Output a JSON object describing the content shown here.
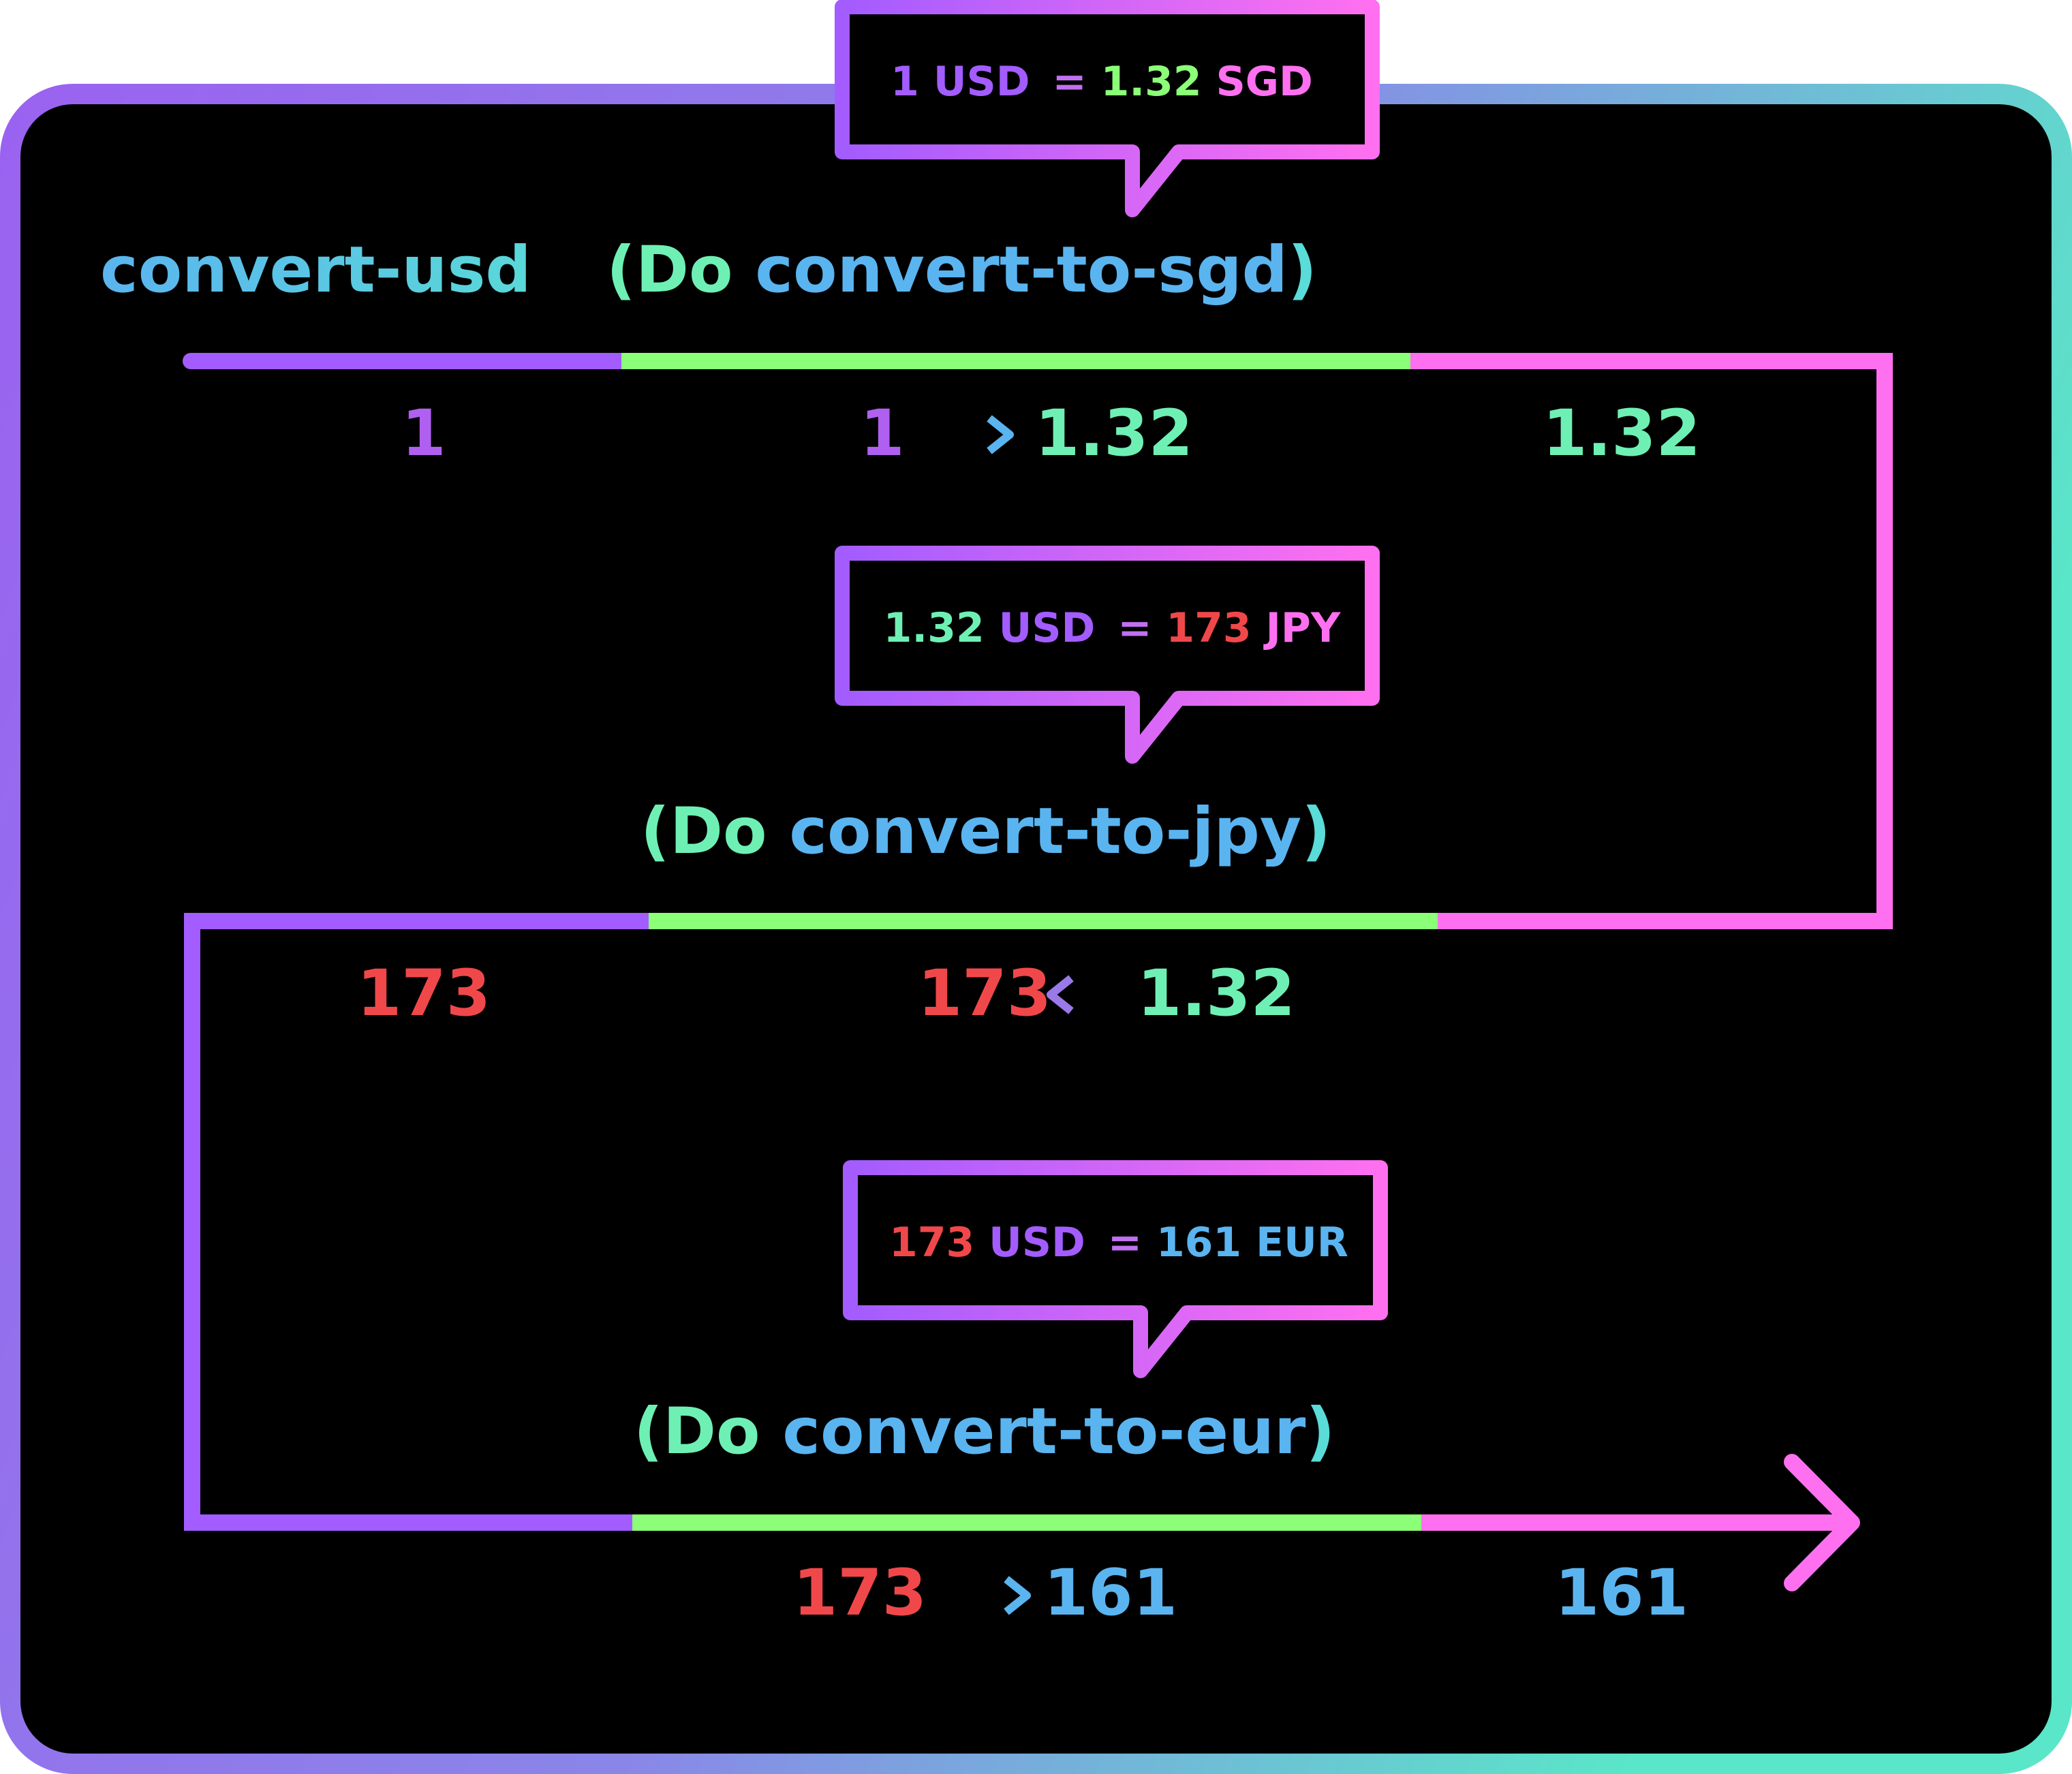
{
  "colors": {
    "purple": "#a35cff",
    "green": "#8cff78",
    "pink": "#ff70f0",
    "red": "#f0484a",
    "blue": "#5ab4f0",
    "mint": "#6ef0b4",
    "frame_teal": "#5ae6c8",
    "background": "#000000"
  },
  "function_name": "convert-usd",
  "steps": [
    {
      "expression": {
        "open": "(Do ",
        "name": "convert-to-sgd",
        "close": ")"
      },
      "bubble": {
        "amount": "1",
        "from": "USD",
        "equals": "=",
        "result": "1.32",
        "to": "SGD"
      },
      "input_value": "1",
      "transform": {
        "from": "1",
        "arrow": "⟶",
        "to": "1.32"
      },
      "output_value": "1.32"
    },
    {
      "expression": {
        "open": "(Do ",
        "name": "convert-to-jpy",
        "close": ")"
      },
      "bubble": {
        "amount": "1.32",
        "from": "USD",
        "equals": "=",
        "result": "173",
        "to": "JPY"
      },
      "input_value": "",
      "transform": {
        "from": "173",
        "arrow": "⟵",
        "to": "1.32"
      },
      "output_value": "173"
    },
    {
      "expression": {
        "open": "(Do ",
        "name": "convert-to-eur",
        "close": ")"
      },
      "bubble": {
        "amount": "173",
        "from": "USD",
        "equals": "=",
        "result": "161",
        "to": "EUR"
      },
      "input_value": "",
      "transform": {
        "from": "173",
        "arrow": "⟶",
        "to": "161"
      },
      "output_value": "161"
    }
  ]
}
